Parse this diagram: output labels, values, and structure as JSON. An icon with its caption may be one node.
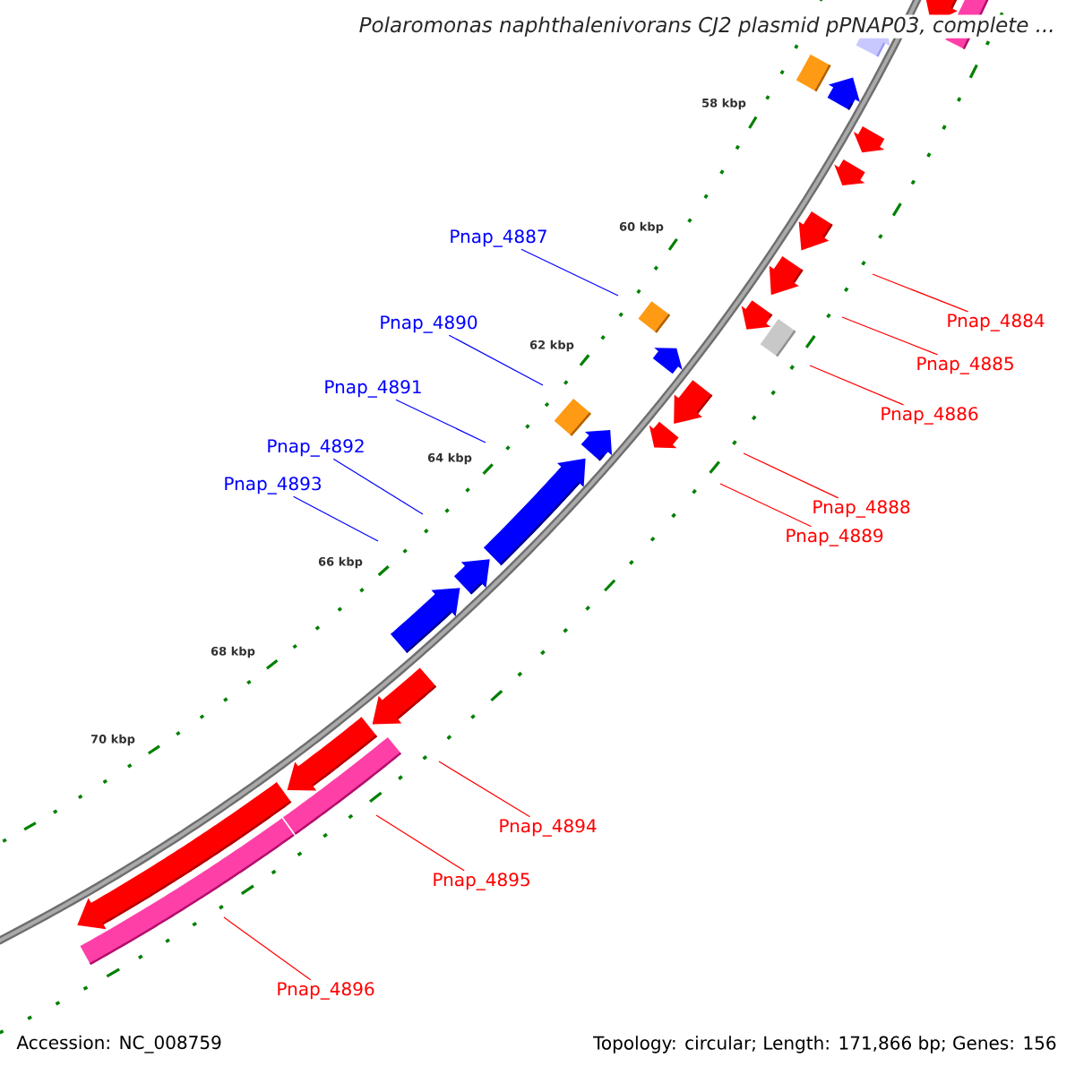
{
  "diagram": {
    "title": "Polaromonas naphthalenivorans CJ2 plasmid pPNAP03, complete ...",
    "nodes": [
      {
        "text": [
          "Pnap_4887"
        ]
      },
      {
        "text": [
          "Pnap_4890"
        ]
      },
      {
        "text": [
          "Pnap_4891"
        ]
      },
      {
        "text": [
          "Pnap_4892"
        ]
      },
      {
        "text": [
          "Pnap_4893"
        ]
      },
      {
        "text": [
          "Pnap_4884"
        ]
      },
      {
        "text": [
          "Pnap_4885"
        ]
      },
      {
        "text": [
          "Pnap_4886"
        ]
      },
      {
        "text": [
          "Pnap_4888"
        ]
      },
      {
        "text": [
          "Pnap_4889"
        ]
      },
      {
        "text": [
          "Pnap_4894"
        ]
      },
      {
        "text": [
          "Pnap_4895"
        ]
      },
      {
        "text": [
          "Pnap_4896"
        ]
      }
    ],
    "edges": [
      {
        "from": 0,
        "to": null,
        "arrow": "none",
        "color": "#0000ff"
      },
      {
        "from": 1,
        "to": null,
        "arrow": "none",
        "color": "#0000ff"
      },
      {
        "from": 2,
        "to": null,
        "arrow": "none",
        "color": "#0000ff"
      },
      {
        "from": 3,
        "to": null,
        "arrow": "none",
        "color": "#0000ff"
      },
      {
        "from": 4,
        "to": null,
        "arrow": "none",
        "color": "#0000ff"
      },
      {
        "from": 5,
        "to": null,
        "arrow": "none"
      },
      {
        "from": 6,
        "to": null,
        "arrow": "none"
      },
      {
        "from": 7,
        "to": null,
        "arrow": "none"
      },
      {
        "from": 8,
        "to": null,
        "arrow": "none"
      },
      {
        "from": 9,
        "to": null,
        "arrow": "none"
      },
      {
        "from": 10,
        "to": null,
        "arrow": "none"
      },
      {
        "from": 11,
        "to": null,
        "arrow": "none"
      },
      {
        "from": 12,
        "to": null,
        "arrow": "none"
      }
    ],
    "labels": [
      "58 kbp",
      "60 kbp",
      "62 kbp",
      "64 kbp",
      "66 kbp",
      "68 kbp",
      "70 kbp",
      "Accession: NC_008759",
      "Topology: circular; Length: 171,866 bp; Genes: 156"
    ]
  }
}
